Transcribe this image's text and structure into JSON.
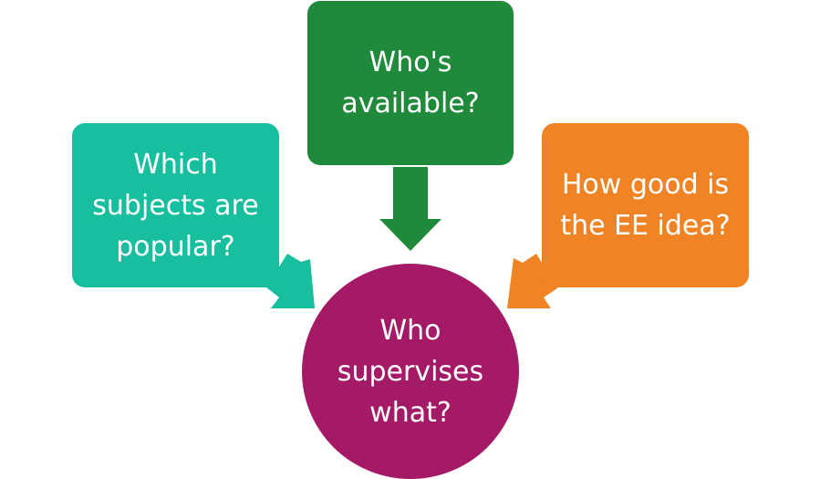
{
  "nodes": {
    "top": {
      "label": "Who's\navailable?",
      "color": "#1f8a3a"
    },
    "left": {
      "label": "Which\nsubjects are\npopular?",
      "color": "#18bf9f"
    },
    "right": {
      "label": "How good is\nthe EE idea?",
      "color": "#f08323"
    },
    "center": {
      "label": "Who\nsupervises\nwhat?",
      "color": "#a51a67"
    }
  }
}
